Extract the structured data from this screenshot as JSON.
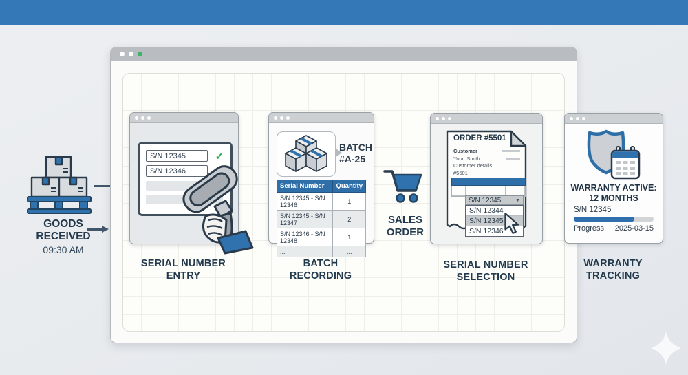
{
  "header": {
    "bar_color": "#3578b7"
  },
  "goods": {
    "label": "GOODS\nRECEIVED",
    "time": "09:30 AM"
  },
  "icons": {
    "check": "✓",
    "dropdown_arrow": "▼"
  },
  "panels": {
    "serial_entry": {
      "caption": "SERIAL NUMBER\nENTRY",
      "scans": [
        {
          "value": "S/N 12345"
        },
        {
          "value": "S/N 12346"
        }
      ]
    },
    "batch": {
      "caption": "BATCH\nRECORDING",
      "badge": "BATCH\n#A-25",
      "table": {
        "headers": [
          "Serial Number",
          "Quantity"
        ],
        "rows": [
          [
            "S/N 12345 - S/N 12346",
            "1"
          ],
          [
            "S/N 12345 - S/N 12347",
            "2"
          ],
          [
            "S/N 12346 - S/N 12348",
            "1"
          ],
          [
            "...",
            "..."
          ]
        ]
      }
    },
    "sales_order": {
      "caption": "SALES\nORDER"
    },
    "selection": {
      "caption": "SERIAL NUMBER\nSELECTION",
      "order_title": "ORDER #5501",
      "customer_heading": "Customer",
      "customer_line1": "Your: Smith",
      "customer_line2": "Customer details",
      "customer_line3": "#5501",
      "dropdown_value": "S/N 12345",
      "options": [
        "S/N 12344",
        "S/N 12345",
        "S/N 12346"
      ],
      "selected_option": "S/N 12345"
    },
    "warranty": {
      "caption": "WARRANTY\nTRACKING",
      "status": "WARRANTY ACTIVE:\n12 MONTHS",
      "serial": "S/N 12345",
      "progress_label": "Progress:",
      "expiry_date": "2025-03-15",
      "progress_percent": 76
    }
  },
  "colors": {
    "brand_blue": "#3578b7",
    "table_header_blue": "#2f6fa9",
    "accent_blue": "#2f72ae",
    "success_green": "#2fae4e",
    "arrow_slate": "#42566b"
  }
}
